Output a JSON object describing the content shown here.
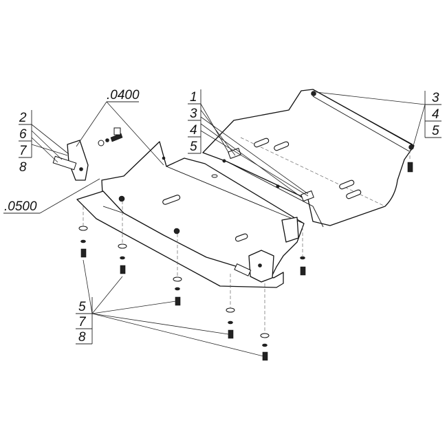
{
  "title": "",
  "callout_groups": [
    {
      "id": "left-top",
      "lines": [
        "2",
        "6",
        "7",
        "8"
      ]
    },
    {
      "id": "center-top",
      "lines": [
        "1",
        "3",
        "4",
        "5"
      ]
    },
    {
      "id": "right-top",
      "lines": [
        "3",
        "4",
        "5"
      ]
    },
    {
      "id": "bottom-left",
      "lines": [
        "5",
        "7",
        "8"
      ]
    }
  ],
  "part_labels": {
    "upper": ".0400",
    "lower": ".0500"
  }
}
